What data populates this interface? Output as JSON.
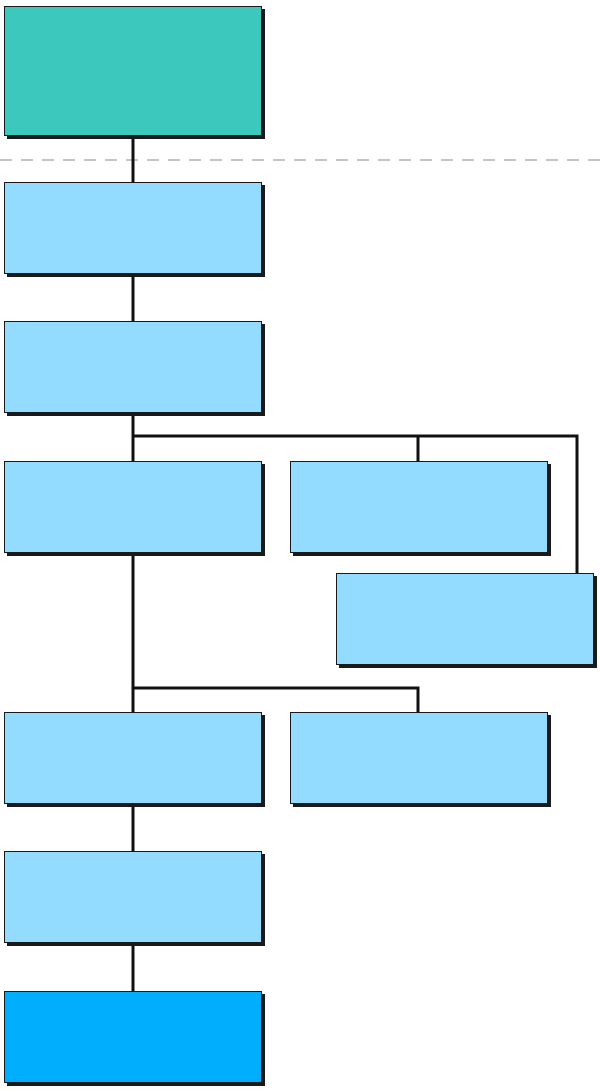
{
  "colors": {
    "root": "#3cc8bc",
    "node": "#94dcff",
    "terminal": "#00aefe",
    "edge": "#111111",
    "divider": "#c4c4c4"
  },
  "nodes": [
    {
      "id": "root",
      "label": "",
      "role": "root"
    },
    {
      "id": "n1",
      "label": "",
      "role": "node"
    },
    {
      "id": "n2",
      "label": "",
      "role": "node"
    },
    {
      "id": "n3",
      "label": "",
      "role": "node"
    },
    {
      "id": "n3b",
      "label": "",
      "role": "node"
    },
    {
      "id": "n3c",
      "label": "",
      "role": "node"
    },
    {
      "id": "n4",
      "label": "",
      "role": "node"
    },
    {
      "id": "n4b",
      "label": "",
      "role": "node"
    },
    {
      "id": "n5",
      "label": "",
      "role": "node"
    },
    {
      "id": "terminal",
      "label": "",
      "role": "terminal"
    }
  ],
  "edges": [
    [
      "root",
      "n1"
    ],
    [
      "n1",
      "n2"
    ],
    [
      "n2",
      "n3"
    ],
    [
      "n2",
      "n3b"
    ],
    [
      "n2",
      "n3c"
    ],
    [
      "n3",
      "n4"
    ],
    [
      "n3",
      "n4b"
    ],
    [
      "n4",
      "n5"
    ],
    [
      "n5",
      "terminal"
    ]
  ]
}
